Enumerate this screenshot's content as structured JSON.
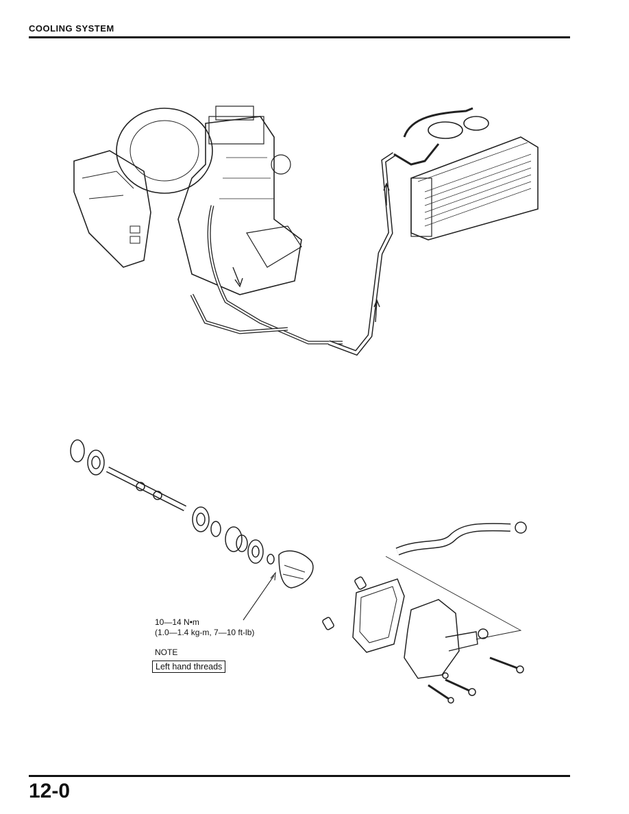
{
  "header": {
    "title": "COOLING SYSTEM"
  },
  "callout": {
    "torque_line1": "10—14 N•m",
    "torque_line2": "(1.0—1.4 kg-m, 7—10 ft-lb)",
    "note_label": "NOTE",
    "note_text": "Left hand threads"
  },
  "footer": {
    "page_number": "12-0"
  }
}
